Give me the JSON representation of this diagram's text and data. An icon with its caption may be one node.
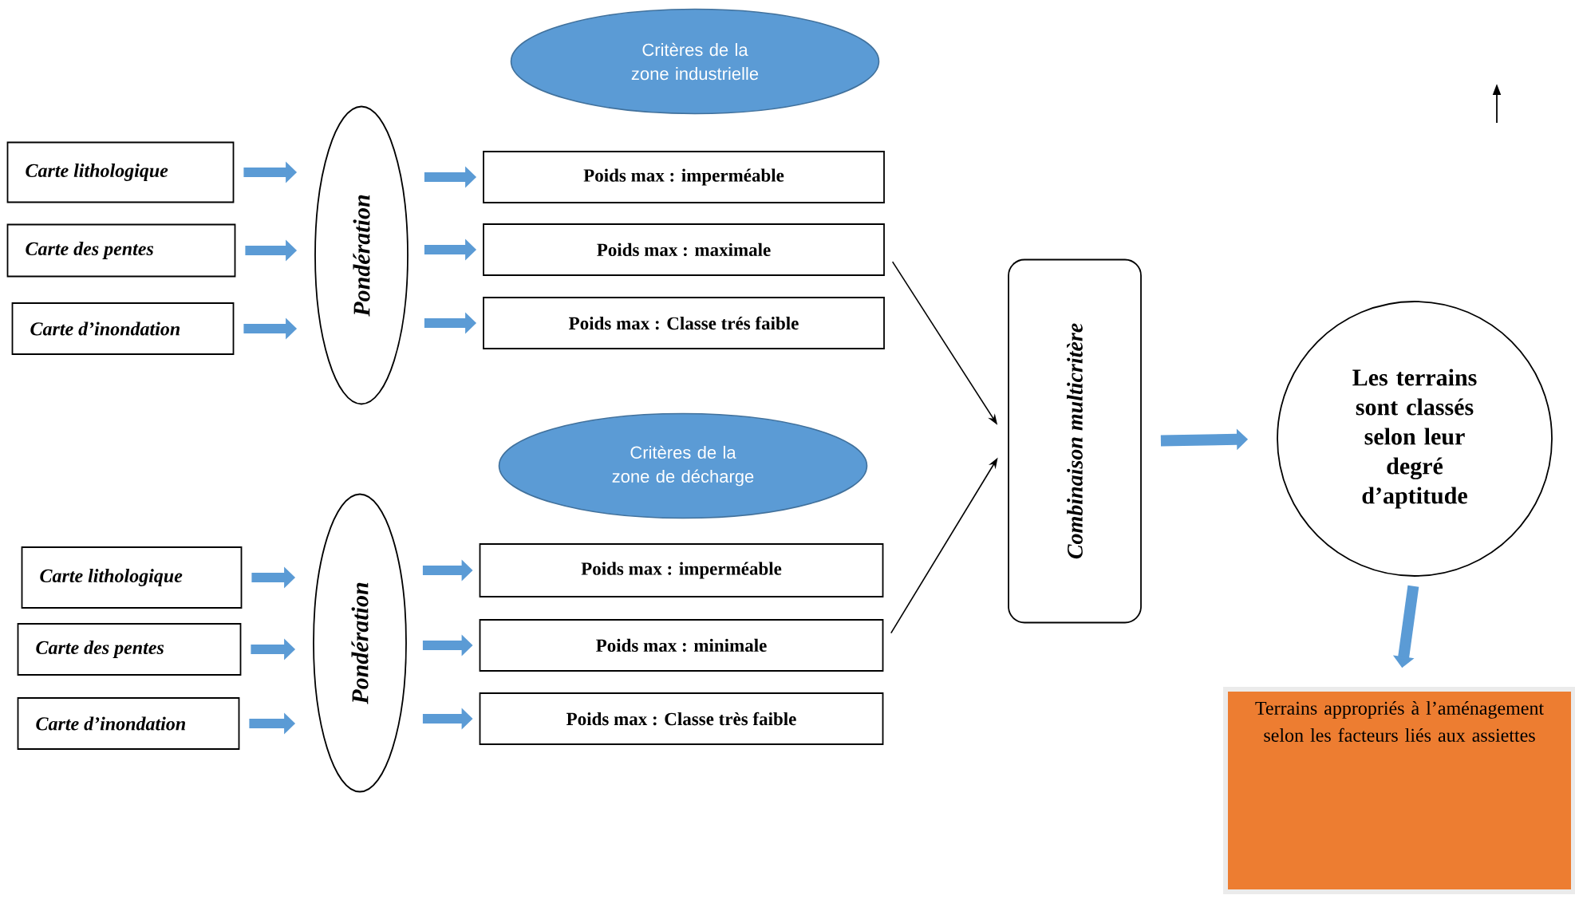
{
  "diagram": {
    "nodes": [
      {
        "text": [
          "Critères de la zone industrielle"
        ]
      },
      {
        "text": [
          "Carte lithologique"
        ]
      },
      {
        "text": [
          "Carte des pentes"
        ]
      },
      {
        "text": [
          "Carte d’inondation"
        ]
      },
      {
        "text": [
          "Pondération"
        ]
      },
      {
        "text": [
          "Poids max : imperméable"
        ]
      },
      {
        "text": [
          "Poids max : maximale"
        ]
      },
      {
        "text": [
          "Poids max : Classe trés faible"
        ]
      },
      {
        "text": [
          "Critères de la zone de décharge"
        ]
      },
      {
        "text": [
          "Carte lithologique"
        ]
      },
      {
        "text": [
          "Carte des pentes"
        ]
      },
      {
        "text": [
          "Carte d’inondation"
        ]
      },
      {
        "text": [
          "Pondération"
        ]
      },
      {
        "text": [
          "Poids max : imperméable"
        ]
      },
      {
        "text": [
          "Poids max : minimale"
        ]
      },
      {
        "text": [
          "Poids max : Classe très faible"
        ]
      },
      {
        "text": [
          "Combinaison multicritère"
        ]
      },
      {
        "text": [
          "Les terrains sont classés selon leur degré d’aptitude"
        ]
      },
      {
        "text": [
          "Terrains appropriés à l’aménagement selon les facteurs liés aux assiettes"
        ]
      }
    ],
    "edges": [
      {
        "from": 1,
        "to": 4,
        "arrow": "to"
      },
      {
        "from": 2,
        "to": 4,
        "arrow": "to"
      },
      {
        "from": 3,
        "to": 4,
        "arrow": "to"
      },
      {
        "from": 4,
        "to": 5,
        "arrow": "to"
      },
      {
        "from": 4,
        "to": 6,
        "arrow": "to"
      },
      {
        "from": 4,
        "to": 7,
        "arrow": "to"
      },
      {
        "from": 9,
        "to": 12,
        "arrow": "to"
      },
      {
        "from": 10,
        "to": 12,
        "arrow": "to"
      },
      {
        "from": 11,
        "to": 12,
        "arrow": "to"
      },
      {
        "from": 12,
        "to": 13,
        "arrow": "to"
      },
      {
        "from": 12,
        "to": 14,
        "arrow": "to"
      },
      {
        "from": 12,
        "to": 15,
        "arrow": "to"
      },
      {
        "from": 6,
        "to": 16,
        "arrow": "to",
        "color": "#000000"
      },
      {
        "from": 14,
        "to": 16,
        "arrow": "to",
        "color": "#000000"
      },
      {
        "from": 16,
        "to": 17,
        "arrow": "to"
      },
      {
        "from": 17,
        "to": 18,
        "arrow": "to"
      }
    ]
  }
}
